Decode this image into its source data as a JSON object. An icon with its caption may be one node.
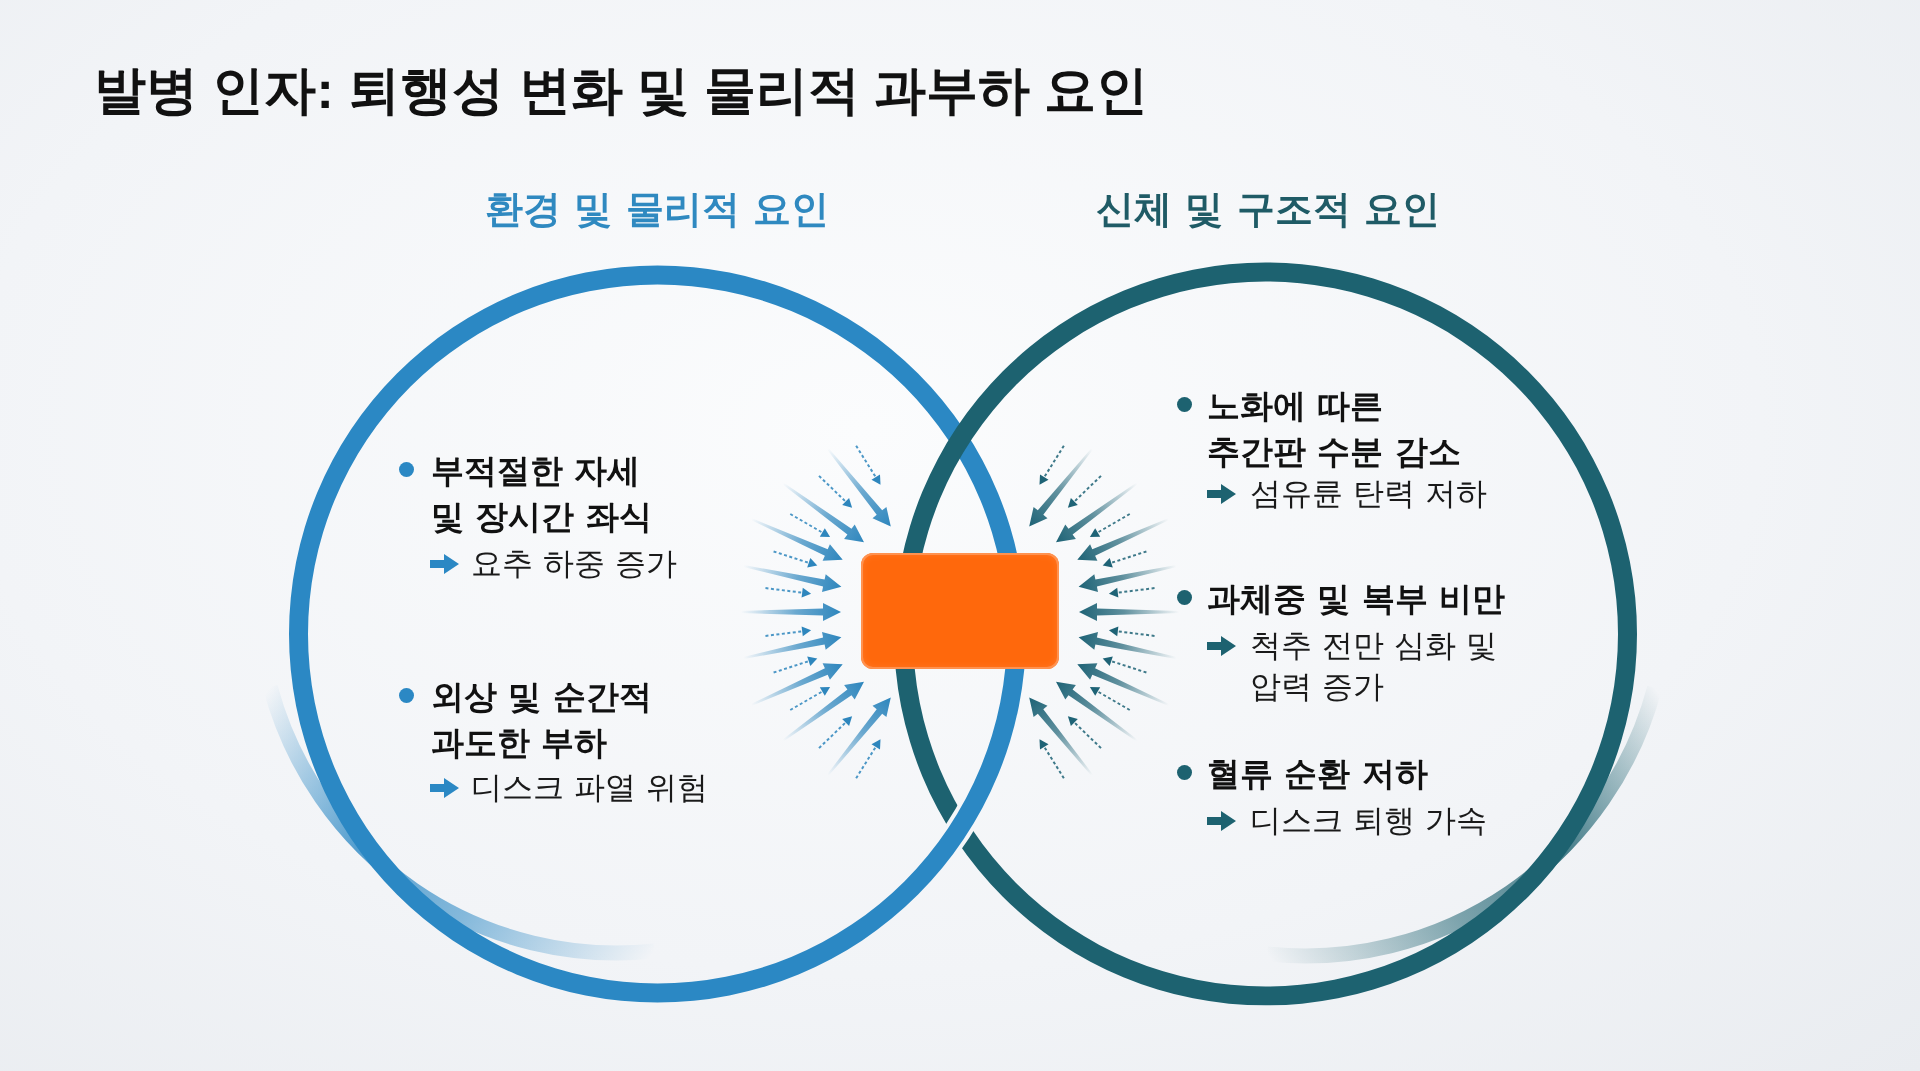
{
  "diagram": {
    "title": "발병 인자: 퇴행성 변화 및 물리적 과부하 요인",
    "nodes": [
      {
        "text": [
          "환경 및 물리적 요인",
          "부적절한 자세 및 장시간 좌식",
          "요추 하중 증가",
          "외상 및 순간적 과도한 부하",
          "디스크 파열 위험"
        ]
      },
      {
        "text": [
          "신체 및 구조적 요인",
          "노화에 따른 추간판 수분 감소",
          "섬유륜 탄력 저하",
          "과체중 및 복부 비만",
          "척추 전만 심화 및 압력 증가",
          "혈류 순환 저하",
          "디스크 퇴행 가속"
        ]
      },
      {
        "text": [],
        "shape": "box"
      }
    ]
  }
}
